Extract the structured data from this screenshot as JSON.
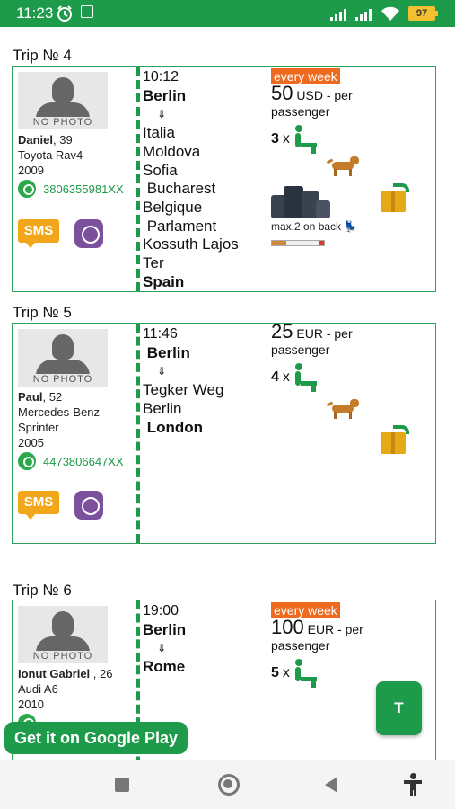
{
  "status_bar": {
    "time": "11:23",
    "battery": "97"
  },
  "trips": [
    {
      "title": "Trip № 4",
      "photo_label": "NO PHOTO",
      "driver": {
        "name": "Daniel",
        "age_suffix": ", 39",
        "car": "Toyota Rav4",
        "year": "2009"
      },
      "phone": "3806355981XX",
      "sms_label": "SMS",
      "time": "10:12",
      "from": "Berlin",
      "arrow": "⇓",
      "stops": [
        "Italia",
        "Moldova",
        "Sofia",
        " Bucharest",
        "Belgique",
        " Parlament",
        "Kossuth Lajos",
        "Ter"
      ],
      "to": "Spain",
      "badge": "every week",
      "amount": "50",
      "price_text": " USD - per",
      "price_line2": "passenger",
      "seats": "3",
      "seats_x": " x",
      "back_seats": "max.2 on back"
    },
    {
      "title": "Trip № 5",
      "photo_label": "NO PHOTO",
      "driver": {
        "name": "Paul",
        "age_suffix": ", 52",
        "car": "Mercedes-Benz",
        "car2": "Sprinter",
        "year": "2005"
      },
      "phone": "4473806647XX",
      "sms_label": "SMS",
      "time": "11:46",
      "from": " Berlin",
      "arrow": "⇓",
      "stops": [
        "Tegker Weg",
        "Berlin"
      ],
      "to": " London",
      "amount": "25",
      "price_text": " EUR - per",
      "price_line2": "passenger",
      "seats": "4",
      "seats_x": " x"
    },
    {
      "title": "Trip № 6",
      "photo_label": "NO PHOTO",
      "driver": {
        "name": "Ionut Gabriel",
        "age_suffix": " , 26",
        "car": "Audi A6",
        "year": "2010"
      },
      "time": "19:00",
      "from": "Berlin",
      "arrow": "⇓",
      "to": "Rome",
      "badge": "every week",
      "amount": "100",
      "price_text": " EUR - per",
      "price_line2": "passenger",
      "seats": "5",
      "seats_x": " x"
    }
  ],
  "google_play": "Get it on Google Play",
  "fab_label": "T",
  "colors": {
    "brand_green": "#1e9b4a",
    "badge_orange": "#ee6a1f",
    "sms_orange": "#f2a71b",
    "viber_purple": "#7b519d"
  }
}
